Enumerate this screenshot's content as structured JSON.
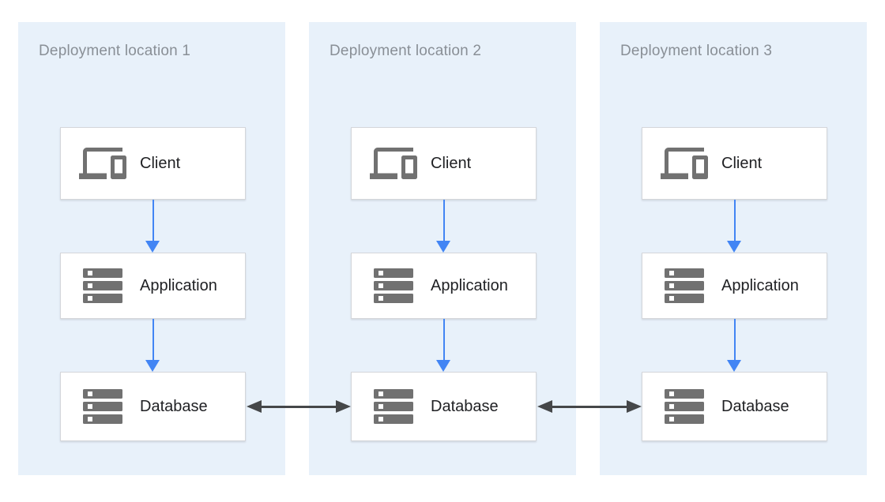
{
  "locations": [
    {
      "title": "Deployment location 1",
      "nodes": [
        {
          "label": "Client",
          "icon": "devices-icon"
        },
        {
          "label": "Application",
          "icon": "server-stack-icon"
        },
        {
          "label": "Database",
          "icon": "server-stack-icon"
        }
      ]
    },
    {
      "title": "Deployment location 2",
      "nodes": [
        {
          "label": "Client",
          "icon": "devices-icon"
        },
        {
          "label": "Application",
          "icon": "server-stack-icon"
        },
        {
          "label": "Database",
          "icon": "server-stack-icon"
        }
      ]
    },
    {
      "title": "Deployment location 3",
      "nodes": [
        {
          "label": "Client",
          "icon": "devices-icon"
        },
        {
          "label": "Application",
          "icon": "server-stack-icon"
        },
        {
          "label": "Database",
          "icon": "server-stack-icon"
        }
      ]
    }
  ],
  "connections": {
    "within_each_location": [
      {
        "from": "Client",
        "to": "Application",
        "direction": "down",
        "style": "single-arrow"
      },
      {
        "from": "Application",
        "to": "Database",
        "direction": "down",
        "style": "single-arrow"
      }
    ],
    "between_locations": [
      {
        "from": "Database (location 1)",
        "to": "Database (location 2)",
        "direction": "bidirectional",
        "style": "double-arrow"
      },
      {
        "from": "Database (location 2)",
        "to": "Database (location 3)",
        "direction": "bidirectional",
        "style": "double-arrow"
      }
    ]
  },
  "colors": {
    "page_bg": "#FFFFFF",
    "panel_bg": "#E8F1FA",
    "panel_title_text": "#898F96",
    "node_bg": "#FFFFFF",
    "node_border": "#D4D6DA",
    "node_label_text": "#202124",
    "icon_gray": "#717171",
    "flow_arrow_blue": "#4285F4",
    "replication_arrow_dark": "#454749"
  }
}
